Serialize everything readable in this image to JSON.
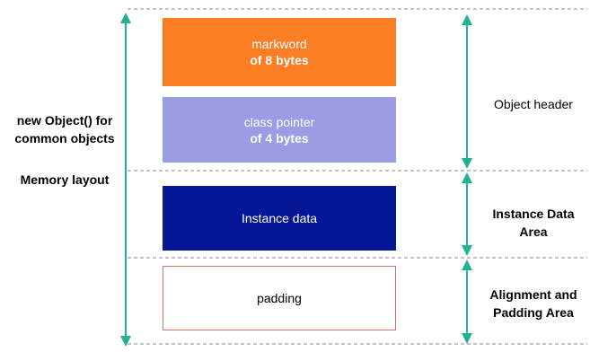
{
  "left": {
    "label_line1": "new Object() for",
    "label_line2": "common objects",
    "memory_layout": "Memory layout"
  },
  "blocks": {
    "markword": {
      "line1": "markword",
      "line2": "of 8 bytes"
    },
    "class_pointer": {
      "line1": "class pointer",
      "line2": "of 4 bytes"
    },
    "instance_data": {
      "line1": "Instance data"
    },
    "padding": {
      "line1": "padding"
    }
  },
  "right": {
    "object_header": "Object header",
    "instance_area_line1": "Instance Data",
    "instance_area_line2": "Area",
    "alignment_line1": "Alignment and",
    "alignment_line2": "Padding Area"
  },
  "colors": {
    "markword": "#fb7d24",
    "class_pointer": "#9a9de3",
    "instance_data": "#051696",
    "padding_border": "#e2706a",
    "arrow": "#21b28f",
    "dashed": "#b0b0b0"
  }
}
